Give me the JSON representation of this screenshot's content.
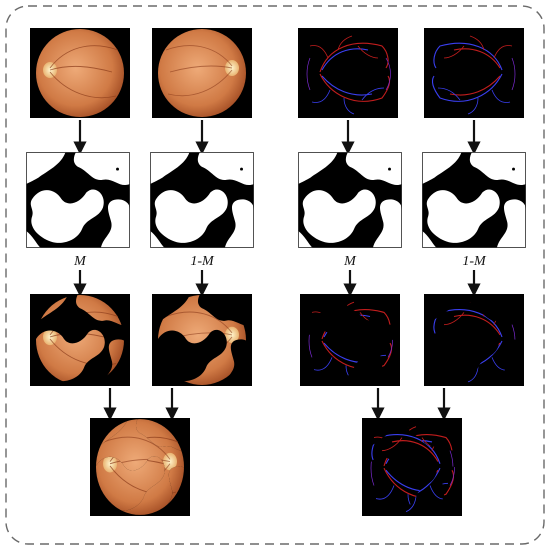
{
  "labels": {
    "mask": "M",
    "inverse_mask": "1-M"
  },
  "colors": {
    "border": "#6a6a6a",
    "arrow": "#111111",
    "fundus_light": "#e6a372",
    "fundus_dark": "#b8562d",
    "optic_disc": "#f4e1a9",
    "vessel_red": "#c21d1d",
    "vessel_blue": "#3a3ff0",
    "background_dark": "#000000"
  },
  "panels": {
    "left": [
      "fundus-image-a",
      "fundus-image-b",
      "mask-m",
      "mask-inverse",
      "masked-fundus-a",
      "masked-fundus-b",
      "mixed-fundus-result"
    ],
    "right": [
      "vessel-map-a",
      "vessel-map-b",
      "mask-m",
      "mask-inverse",
      "masked-vessel-a",
      "masked-vessel-b",
      "mixed-vessel-result"
    ]
  }
}
